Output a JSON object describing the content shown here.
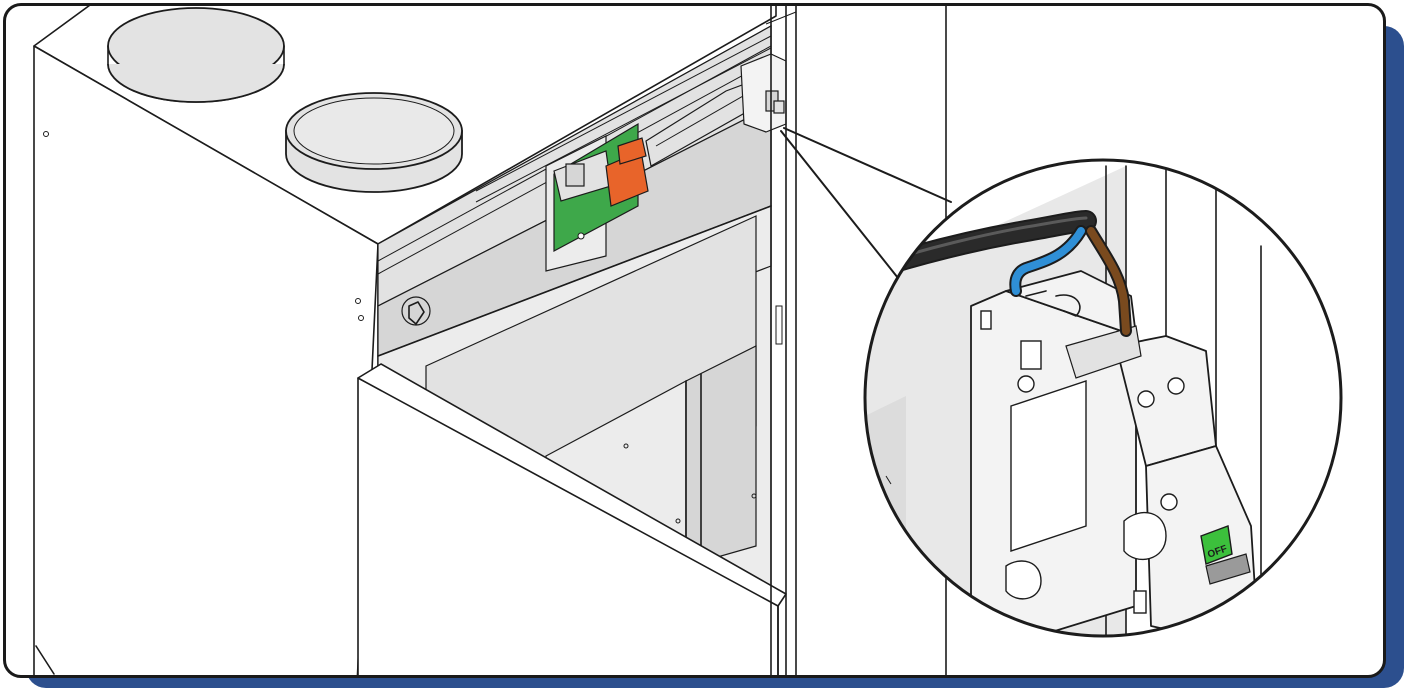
{
  "figure": {
    "description_type": "technical-illustration",
    "frame_color": "#1a1a1a",
    "shadow_color": "#2c4f8e",
    "cable_colors": {
      "outer_sheath": "#2a2a2a",
      "neutral_wire": "#2f8fd6",
      "live_wire": "#7a4a1e"
    },
    "component_colors": {
      "control_board": "#3ea84a",
      "transformer": "#e8642a",
      "breaker_indicator": "#3cc03c"
    },
    "breaker": {
      "switch_label": "OFF"
    },
    "detail_callout": {
      "shape": "circle"
    }
  }
}
